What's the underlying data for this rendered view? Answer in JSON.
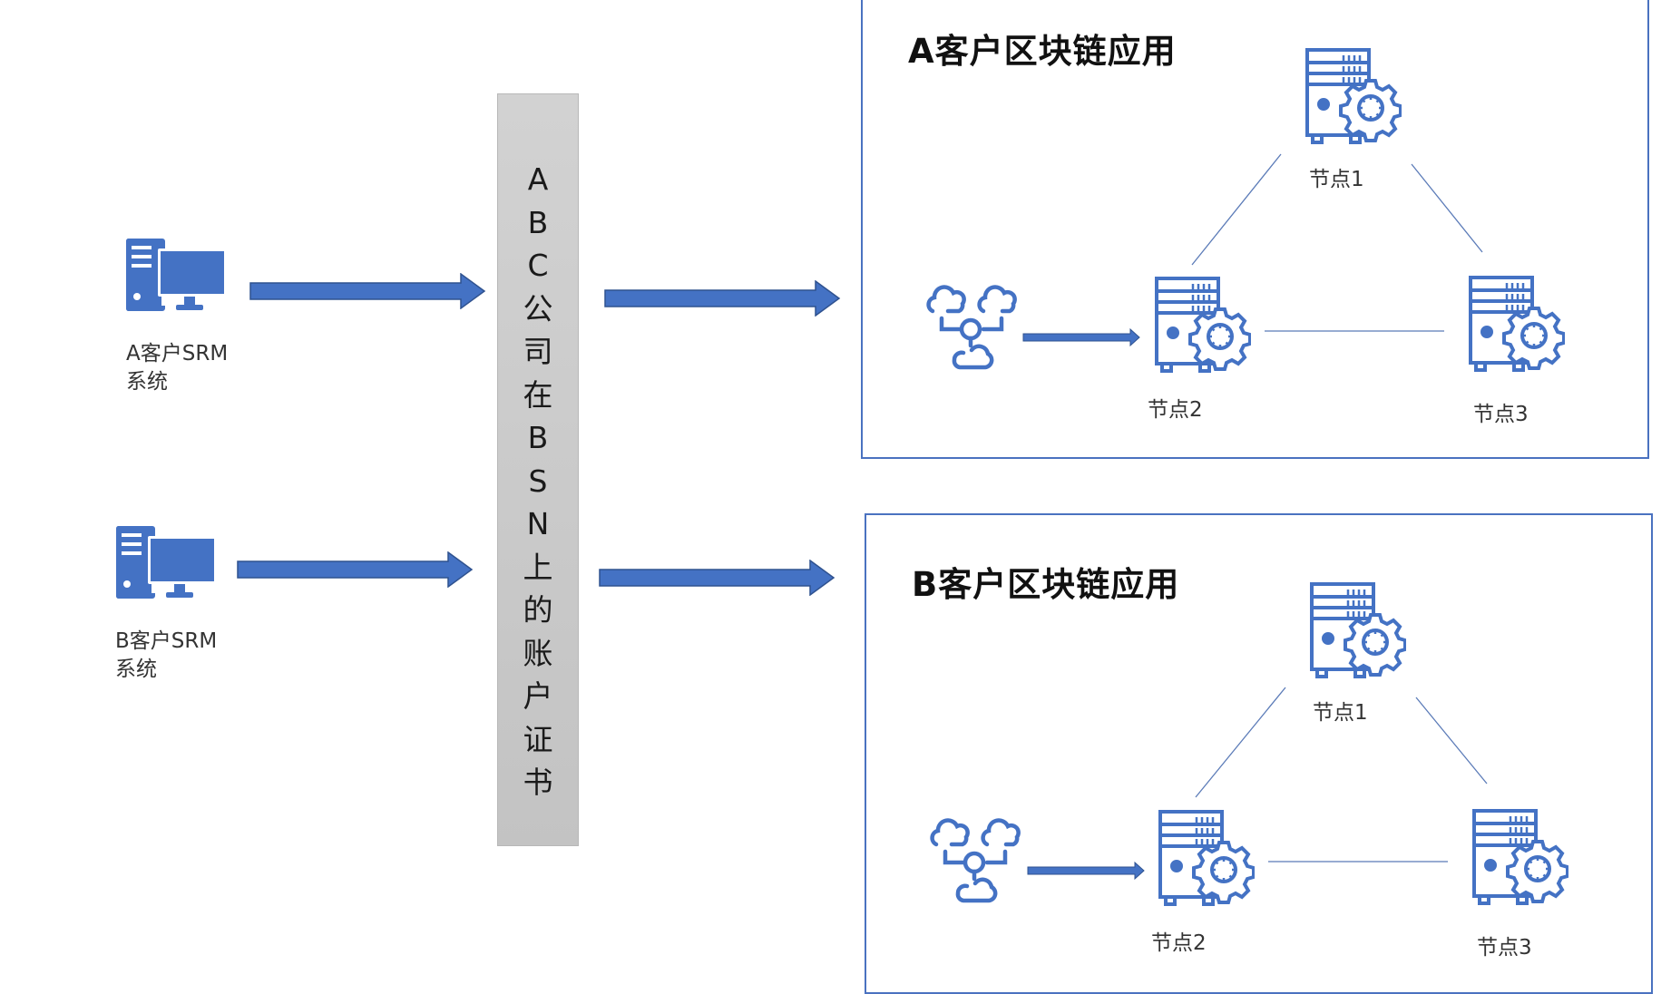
{
  "colors": {
    "primary_blue": "#4472C4",
    "arrow_outline": "#2F528F",
    "box_border": "#4A72C0",
    "link_line": "#5B7BB8",
    "bar_gray": "#C8C8C8"
  },
  "clients": [
    {
      "label_line1": "A客户SRM",
      "label_line2": "系统",
      "icon": "desktop-computer-icon"
    },
    {
      "label_line1": "B客户SRM",
      "label_line2": "系统",
      "icon": "desktop-computer-icon"
    }
  ],
  "certificate_bar": {
    "chars": [
      "A",
      "B",
      "C",
      "公",
      "司",
      "在",
      "B",
      "S",
      "N",
      "上",
      "的",
      "账",
      "户",
      "证",
      "书"
    ]
  },
  "chains": [
    {
      "title": "A客户区块链应用",
      "nodes": [
        {
          "label": "节点1"
        },
        {
          "label": "节点2"
        },
        {
          "label": "节点3"
        }
      ],
      "source_icon": "cloud-network-icon"
    },
    {
      "title": "B客户区块链应用",
      "nodes": [
        {
          "label": "节点1"
        },
        {
          "label": "节点2"
        },
        {
          "label": "节点3"
        }
      ],
      "source_icon": "cloud-network-icon"
    }
  ]
}
